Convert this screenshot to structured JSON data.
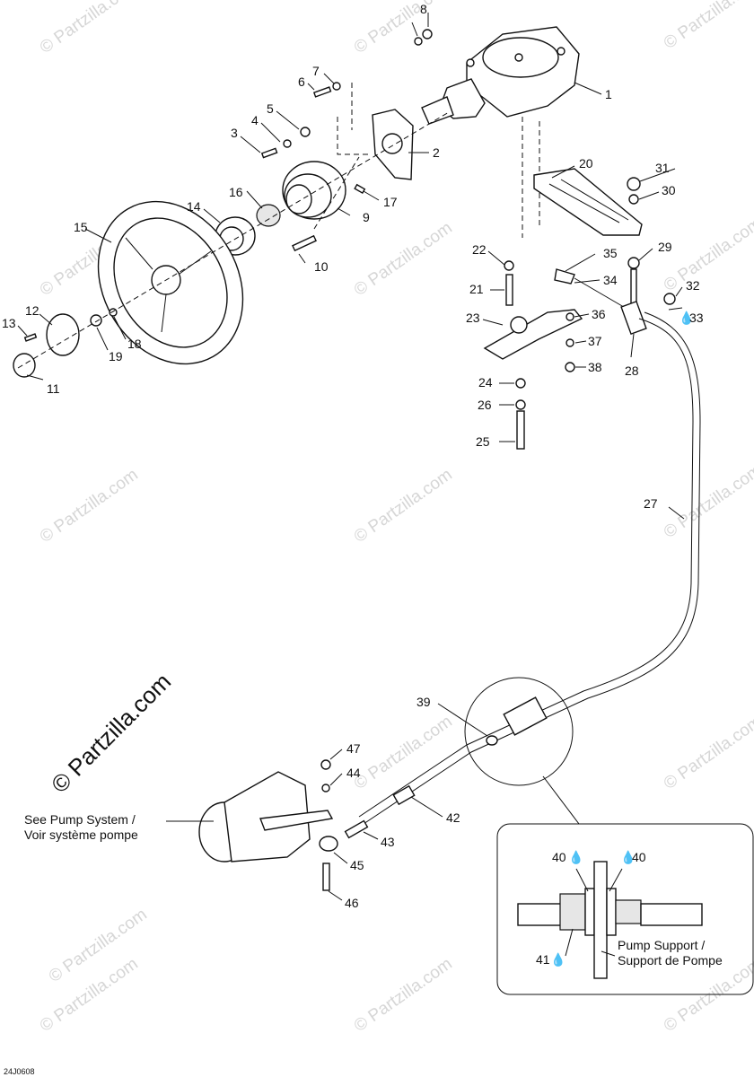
{
  "diagram_code": "24J0608",
  "watermark_text": "© Partzilla.com",
  "callouts": [
    "1",
    "2",
    "3",
    "4",
    "5",
    "6",
    "7",
    "8",
    "9",
    "10",
    "11",
    "12",
    "13",
    "14",
    "15",
    "16",
    "17",
    "18",
    "19",
    "20",
    "21",
    "22",
    "23",
    "24",
    "25",
    "26",
    "27",
    "28",
    "29",
    "30",
    "31",
    "32",
    "33",
    "34",
    "35",
    "36",
    "37",
    "38",
    "39",
    "40",
    "40",
    "41",
    "42",
    "43",
    "44",
    "45",
    "46",
    "47"
  ],
  "notes": {
    "pump_system_line1": "See Pump System /",
    "pump_system_line2": "Voir système pompe",
    "pump_support_line1": "Pump Support /",
    "pump_support_line2": "Support de Pompe"
  },
  "colors": {
    "line": "#111111",
    "watermark": "#d6d6d6",
    "background": "#ffffff"
  }
}
